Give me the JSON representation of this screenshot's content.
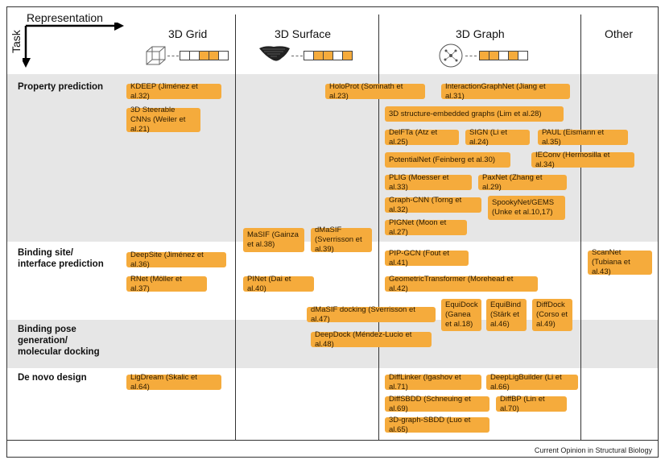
{
  "axes": {
    "representation": "Representation",
    "task": "Task"
  },
  "columns": [
    "3D Grid",
    "3D Surface",
    "3D Graph",
    "Other"
  ],
  "rows": [
    "Property prediction",
    "Binding site/\ninterface prediction",
    "Binding pose\ngeneration/\nmolecular docking",
    "De novo design"
  ],
  "boxes": {
    "kdeep": "KDEEP (Jiménez et al.32)",
    "steerable": "3D Steerable CNNs (Weiler et al.21)",
    "holoprot": "HoloProt (Somnath et al.23)",
    "interactiongraphnet": "InteractionGraphNet (Jiang et al.31)",
    "structure_graphs": "3D structure-embedded graphs (Lim et al.28)",
    "delfta": "DelFTa (Atz et al.25)",
    "sign": "SIGN (Li et al.24)",
    "paul": "PAUL (Eismann et al.35)",
    "potentialnet": "PotentialNet (Feinberg et al.30)",
    "ieconv": "IEConv (Hermosilla et al.34)",
    "plig": "PLIG (Moesser et al.33)",
    "paxnet": "PaxNet (Zhang et al.29)",
    "graphcnn": "Graph-CNN (Torng et al.32)",
    "spookynet": "SpookyNet/GEMS (Unke et al.10,17)",
    "pignet": "PIGNet (Moon et al.27)",
    "masif": "MaSIF (Gainza et al.38)",
    "dmasif": "dMaSIF (Sverrisson et al.39)",
    "deepsite": "DeepSite (Jiménez et al.36)",
    "pipgcn": "PIP-GCN (Fout et al.41)",
    "scannet": "ScanNet (Tubiana et al.43)",
    "rnet": "RNet (Möller et al.37)",
    "pinet": "PINet (Dai et al.40)",
    "geometrictransformer": "GeometricTransformer (Morehead et al.42)",
    "dmasif_docking": "dMaSIF docking (Sverrisson et al.47)",
    "equidock": "EquiDock (Ganea et al.18)",
    "equibind": "EquiBind (Stärk et al.46)",
    "diffdock": "DiffDock (Corso et al.49)",
    "deepdock": "DeepDock (Méndez-Lucio et al.48)",
    "ligdream": "LigDream (Skalic et al.64)",
    "difflinker": "DiffLinker (Igashov et al.71)",
    "deepligbuilder": "DeepLigBuilder (Li et al.66)",
    "diffsbdd": "DiffSBDD (Schneuing et al.69)",
    "diffbp": "DiffBP (Lin et al.70)",
    "graph_sbdd": "3D-graph-SBDD (Luo et al.65)"
  },
  "footer": "Current Opinion in Structural Biology",
  "colors": {
    "box": "#f5ab3c",
    "band": "#e6e6e6",
    "line": "#333333"
  }
}
